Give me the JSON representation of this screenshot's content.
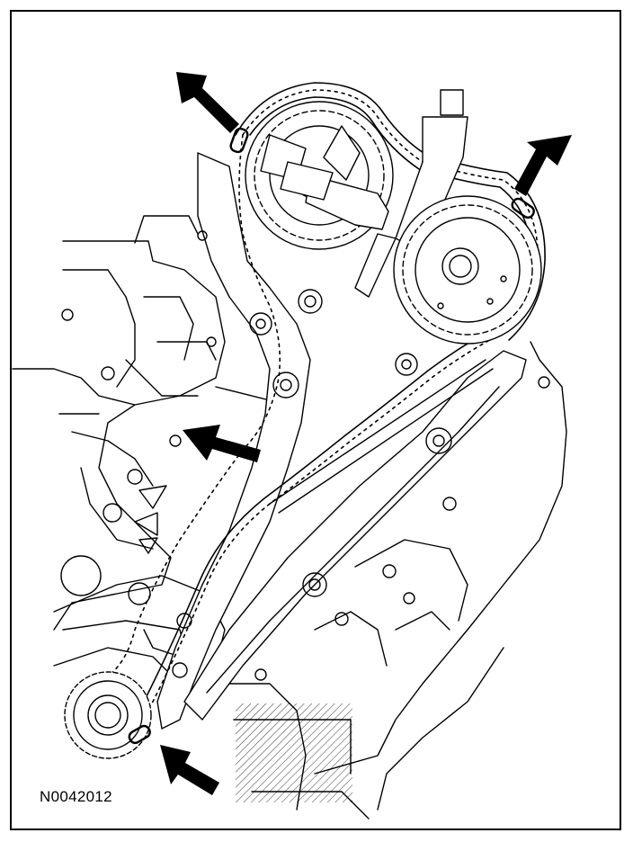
{
  "figure": {
    "id_label": "N0042012",
    "ink_color": "#000000",
    "background_color": "#ffffff"
  },
  "callouts": [
    {
      "name": "arrow-left-camshaft-chain-mark",
      "icon": "black-arrow"
    },
    {
      "name": "arrow-right-camshaft-chain-mark",
      "icon": "black-arrow"
    },
    {
      "name": "arrow-chain-center",
      "icon": "black-arrow"
    },
    {
      "name": "arrow-crankshaft-chain-mark",
      "icon": "black-arrow"
    }
  ]
}
